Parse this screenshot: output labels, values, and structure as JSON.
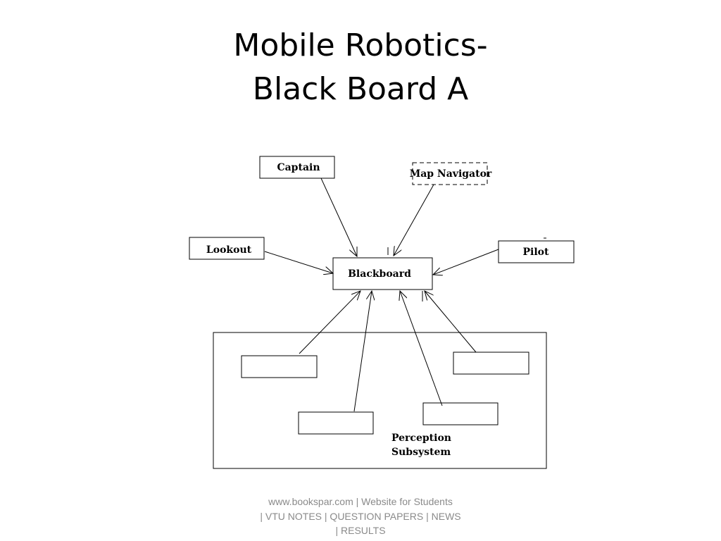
{
  "slide": {
    "title_line1": "Mobile Robotics-",
    "title_line2": "Black Board A"
  },
  "diagram": {
    "nodes": {
      "captain": "Captain",
      "map_navigator": "Map Navigator",
      "lookout": "Lookout",
      "pilot": "Pilot",
      "blackboard": "Blackboard",
      "perception_line1": "Perception",
      "perception_line2": "Subsystem"
    }
  },
  "footer": {
    "line1": "www.bookspar.com | Website for Students",
    "line2": "| VTU NOTES | QUESTION PAPERS | NEWS",
    "line3": "| RESULTS"
  }
}
